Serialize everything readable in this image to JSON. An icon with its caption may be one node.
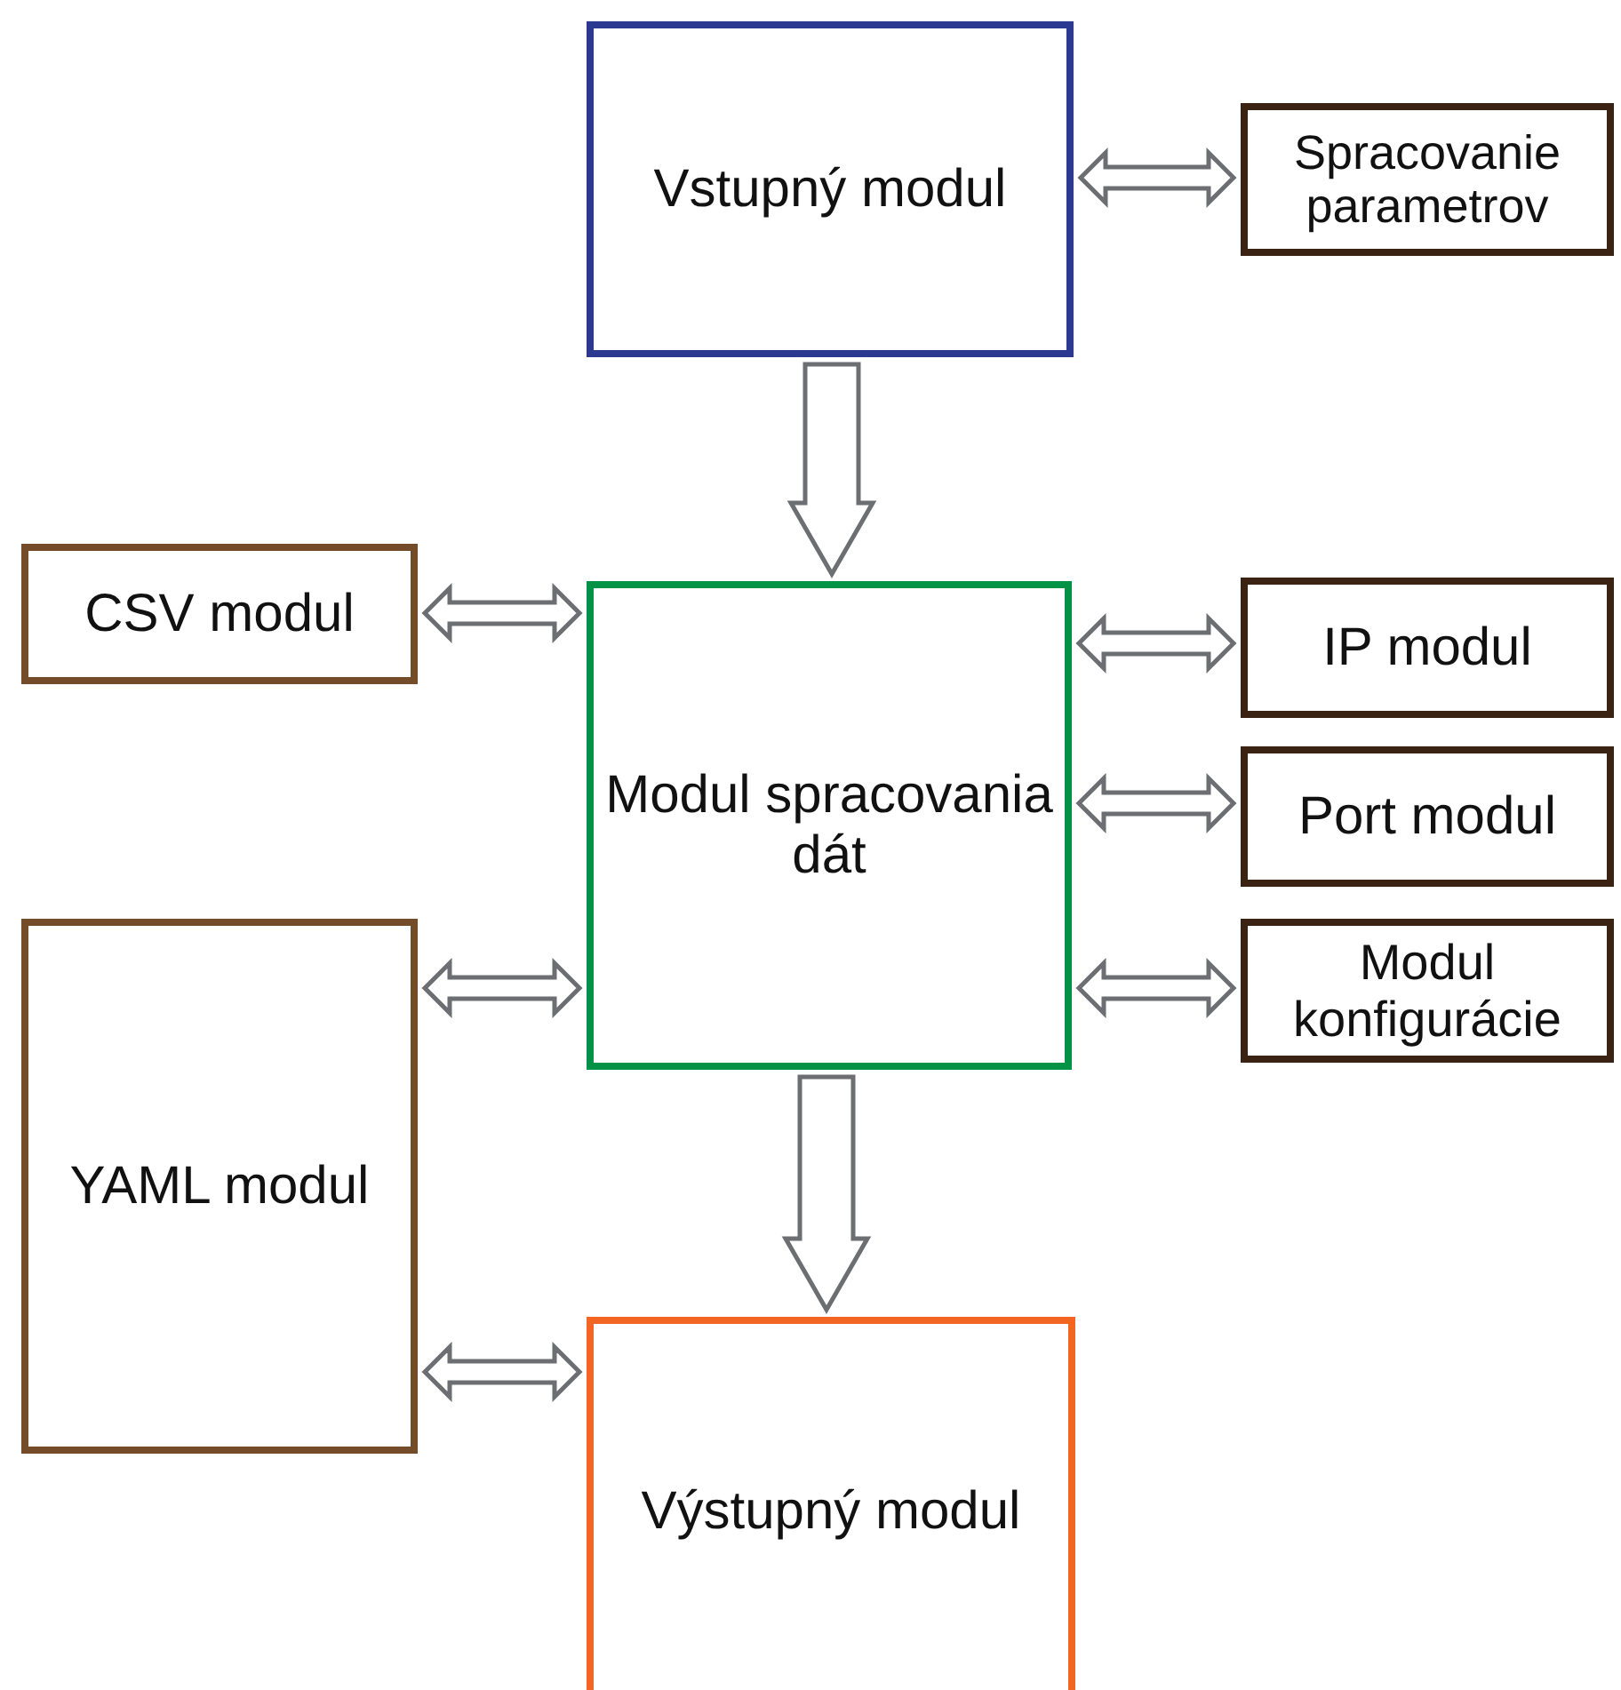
{
  "diagram": {
    "nodes": [
      {
        "text": [
          "Vstupný modul"
        ]
      },
      {
        "text": [
          "Spracovanie parametrov"
        ]
      },
      {
        "text": [
          "CSV modul"
        ]
      },
      {
        "text": [
          "Modul spracovania dát"
        ]
      },
      {
        "text": [
          "IP modul"
        ]
      },
      {
        "text": [
          "Port modul"
        ]
      },
      {
        "text": [
          "Modul konfigurácie"
        ]
      },
      {
        "text": [
          "YAML modul"
        ]
      },
      {
        "text": [
          "Výstupný modul"
        ]
      }
    ],
    "edges": [
      {
        "from": 0,
        "to": 1,
        "arrow": "both"
      },
      {
        "from": 0,
        "to": 3,
        "arrow": "to"
      },
      {
        "from": 2,
        "to": 3,
        "arrow": "both"
      },
      {
        "from": 3,
        "to": 4,
        "arrow": "both"
      },
      {
        "from": 3,
        "to": 5,
        "arrow": "both"
      },
      {
        "from": 3,
        "to": 6,
        "arrow": "both"
      },
      {
        "from": 7,
        "to": 3,
        "arrow": "both"
      },
      {
        "from": 3,
        "to": 8,
        "arrow": "to"
      },
      {
        "from": 7,
        "to": 8,
        "arrow": "both"
      }
    ]
  }
}
